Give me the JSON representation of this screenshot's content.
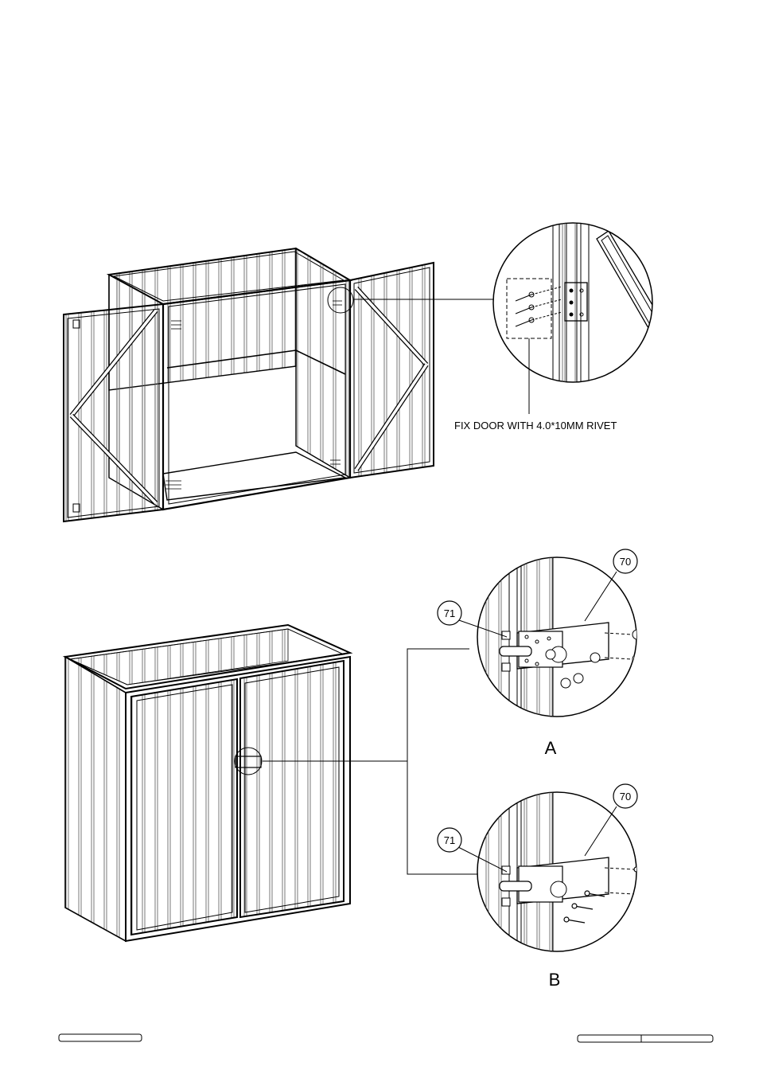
{
  "callouts": {
    "rivet_note": "FIX  DOOR WITH 4.0*10MM RIVET",
    "detail_a": "A",
    "detail_b": "B",
    "part_70": "70",
    "part_71": "71"
  },
  "footer": {
    "left_box": "",
    "right_box_1": "",
    "right_box_2": ""
  }
}
